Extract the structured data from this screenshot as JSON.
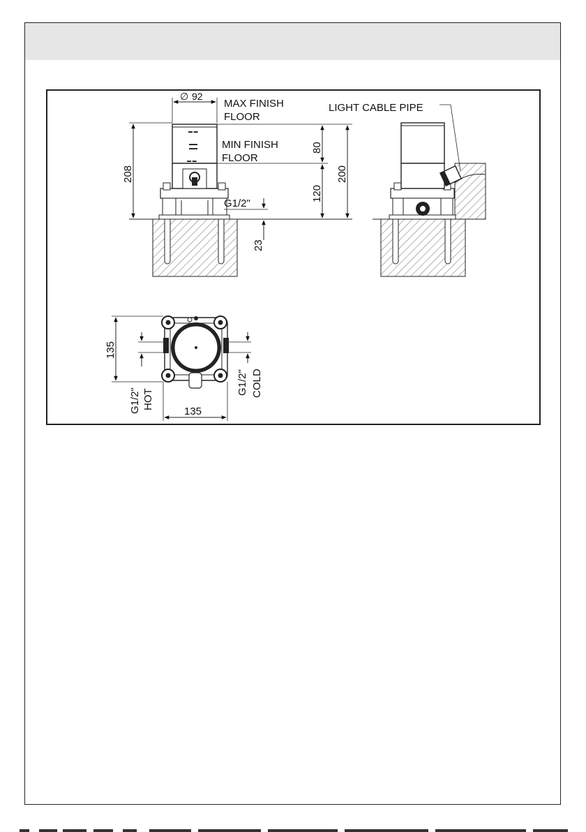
{
  "labels": {
    "diameter": "92",
    "max_finish_floor_line1": "MAX FINISH",
    "max_finish_floor_line2": "FLOOR",
    "min_finish_floor_line1": "MIN FINISH",
    "min_finish_floor_line2": "FLOOR",
    "light_cable_pipe": "LIGHT CABLE PIPE",
    "height_total": "208",
    "height_80": "80",
    "height_120": "120",
    "height_200": "200",
    "inlet_thread": "G1/2\"",
    "depth_23": "23",
    "plan_height": "135",
    "plan_width": "135",
    "hot_thread": "G1/2\"",
    "hot": "HOT",
    "cold_thread": "G1/2\"",
    "cold": "COLD"
  }
}
